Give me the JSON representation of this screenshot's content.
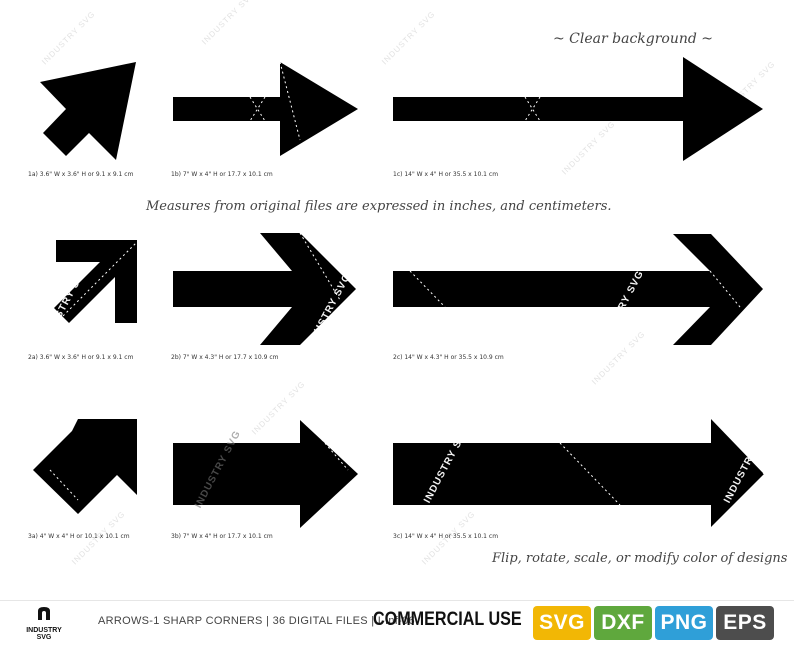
{
  "notes": {
    "clear_background": "~ Clear background ~",
    "measures": "Measures from original files are expressed in inches, and centimeters.",
    "flip": "Flip, rotate, scale, or modify color of designs"
  },
  "captions": {
    "a1": "1a) 3.6\" W x 3.6\" H or 9.1 x 9.1 cm",
    "b1": "1b) 7\" W x 4\" H or 17.7 x 10.1 cm",
    "c1": "1c) 14\" W x 4\" H or 35.5 x 10.1 cm",
    "a2": "2a) 3.6\" W x 3.6\" H or 9.1 x 9.1 cm",
    "b2": "2b) 7\" W x 4.3\" H or 17.7 x 10.9 cm",
    "c2": "2c) 14\" W x 4.3\" H or 35.5 x 10.9 cm",
    "a3": "3a) 4\" W x 4\" H or 10.1 x 10.1 cm",
    "b3": "3b) 7\" W x 4\" H or 17.7 x 10.1 cm",
    "c3": "3c) 14\" W x 4\" H or 35.5 x 10.1 cm"
  },
  "watermark": "INDUSTRY SVG",
  "footer": {
    "brand_line1": "INDUSTRY",
    "brand_line2": "SVG",
    "info": "ARROWS-1 SHARP CORNERS  |  36 DIGITAL FILES  |  I-Inf-06",
    "commercial": "COMMERCIAL USE",
    "formats": [
      {
        "label": "SVG",
        "color": "#f2b705"
      },
      {
        "label": "DXF",
        "color": "#5fa83d"
      },
      {
        "label": "PNG",
        "color": "#2f9fd8"
      },
      {
        "label": "EPS",
        "color": "#4d4d4d"
      }
    ]
  },
  "colors": {
    "arrow": "#000000",
    "dotted_line": "#ffffff"
  }
}
